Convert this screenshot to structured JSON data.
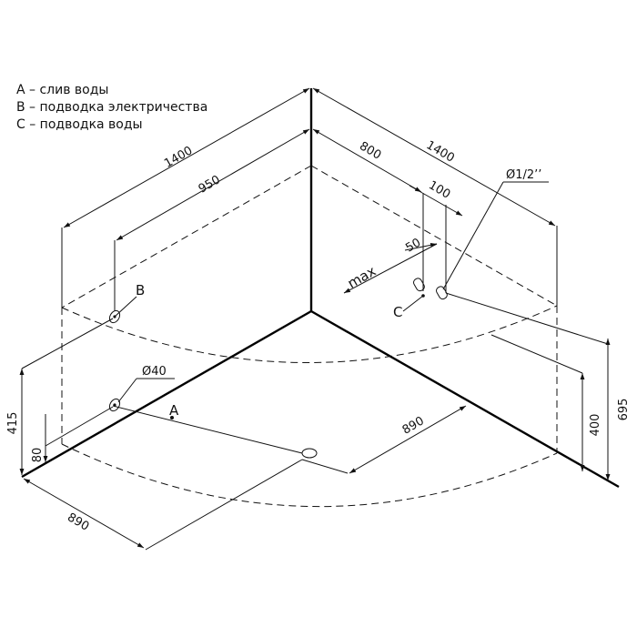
{
  "legend": [
    {
      "key": "A",
      "text": "A – слив воды"
    },
    {
      "key": "B",
      "text": "B – подводка электричества"
    },
    {
      "key": "C",
      "text": "C – подводка воды"
    }
  ],
  "labels": {
    "a": "A",
    "b": "B",
    "c": "C"
  },
  "dimensions": {
    "width_left": "1400",
    "width_left_inner": "950",
    "width_right": "1400",
    "width_right_inner": "800",
    "offset_100": "100",
    "offset_50": "50",
    "max": "max",
    "pipe_diameter": "Ø1/2’’",
    "drain_diameter": "Ø40",
    "height_415": "415",
    "height_80": "80",
    "height_400": "400",
    "height_695": "695",
    "depth_front_left": "890",
    "depth_front_right": "890"
  }
}
